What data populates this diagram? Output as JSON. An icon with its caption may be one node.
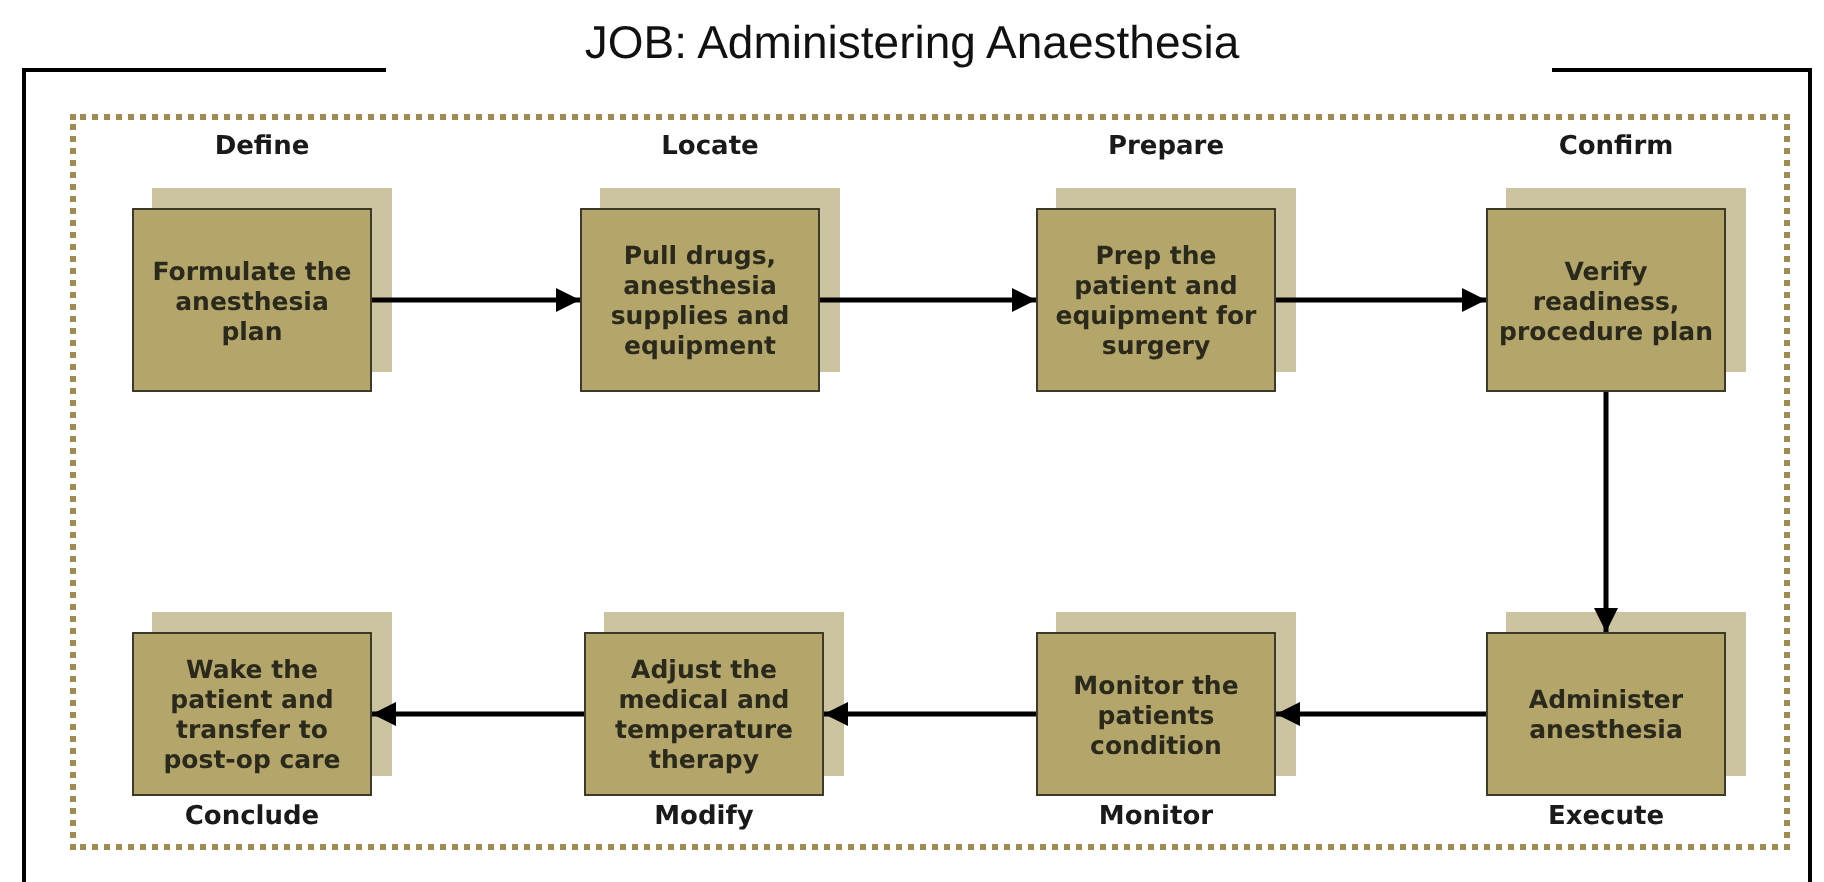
{
  "diagram": {
    "title": "JOB: Administering Anaesthesia",
    "nodes": [
      {
        "text": [
          "Formulate the anesthesia plan"
        ],
        "beside": [
          "Define"
        ]
      },
      {
        "text": [
          "Pull drugs, anesthesia supplies and equipment"
        ],
        "beside": [
          "Locate"
        ]
      },
      {
        "text": [
          "Prep the patient and equipment for surgery"
        ],
        "beside": [
          "Prepare"
        ]
      },
      {
        "text": [
          "Verify readiness, procedure plan"
        ],
        "beside": [
          "Confirm"
        ]
      },
      {
        "text": [
          "Wake the patient and transfer to post-op care"
        ],
        "beside": [
          "Conclude"
        ]
      },
      {
        "text": [
          "Adjust the medical and temperature therapy"
        ],
        "beside": [
          "Modify"
        ]
      },
      {
        "text": [
          "Monitor the patients condition"
        ],
        "beside": [
          "Monitor"
        ]
      },
      {
        "text": [
          "Administer anesthesia"
        ],
        "beside": [
          "Execute"
        ]
      }
    ],
    "edges": [
      {
        "from": 0,
        "to": 1,
        "arrow": "to"
      },
      {
        "from": 1,
        "to": 2,
        "arrow": "to"
      },
      {
        "from": 2,
        "to": 3,
        "arrow": "to"
      },
      {
        "from": 3,
        "to": 7,
        "arrow": "to"
      },
      {
        "from": 7,
        "to": 6,
        "arrow": "to"
      },
      {
        "from": 6,
        "to": 5,
        "arrow": "to"
      },
      {
        "from": 5,
        "to": 4,
        "arrow": "to"
      }
    ]
  }
}
